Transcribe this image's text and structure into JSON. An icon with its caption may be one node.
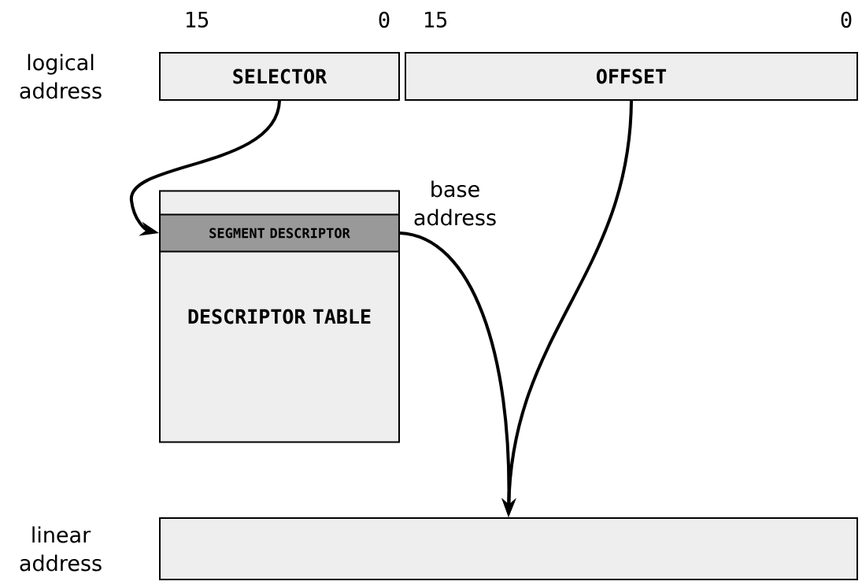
{
  "diagram": {
    "nodes": [
      {
        "text": [
          "SELECTOR"
        ]
      },
      {
        "text": [
          "OFFSET"
        ]
      },
      {
        "text": [
          "DESCRIPTOR TABLE"
        ]
      },
      {
        "text": [
          "SEGMENT DESCRIPTOR"
        ],
        "in": 2
      },
      {
        "text": [],
        "shape": "box"
      }
    ],
    "edges": [
      {
        "from": 0,
        "to": 3,
        "arrow": "to"
      },
      {
        "from": 3,
        "to": 4,
        "arrow": "to",
        "label": "base address"
      },
      {
        "from": 1,
        "to": 4,
        "arrow": "to"
      }
    ],
    "labels": [
      "15",
      "0",
      "15",
      "0",
      "logical address",
      "linear address"
    ]
  }
}
